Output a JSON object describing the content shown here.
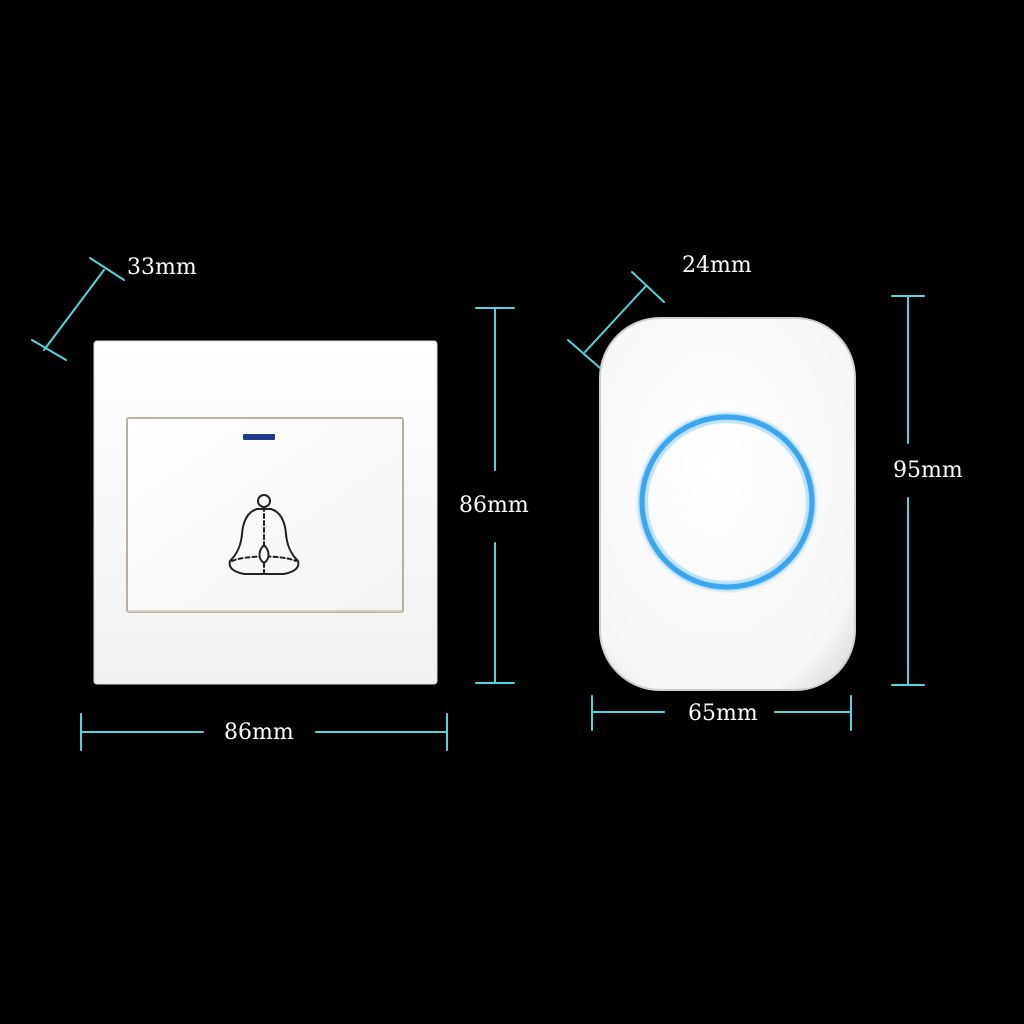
{
  "colors": {
    "background": "#000000",
    "dimension_line": "#4fd6dc",
    "device_white": "#ffffff",
    "ring_blue": "#3aa6f0",
    "indicator_blue": "#1f3b8a"
  },
  "transmitter": {
    "name": "wall-switch-transmitter",
    "icon": "bell-icon",
    "depth_label": "33mm",
    "height_label": "86mm",
    "width_label": "86mm"
  },
  "receiver": {
    "name": "plug-in-receiver",
    "icon": "ring-light-icon",
    "depth_label": "24mm",
    "height_label": "95mm",
    "width_label": "65mm"
  }
}
